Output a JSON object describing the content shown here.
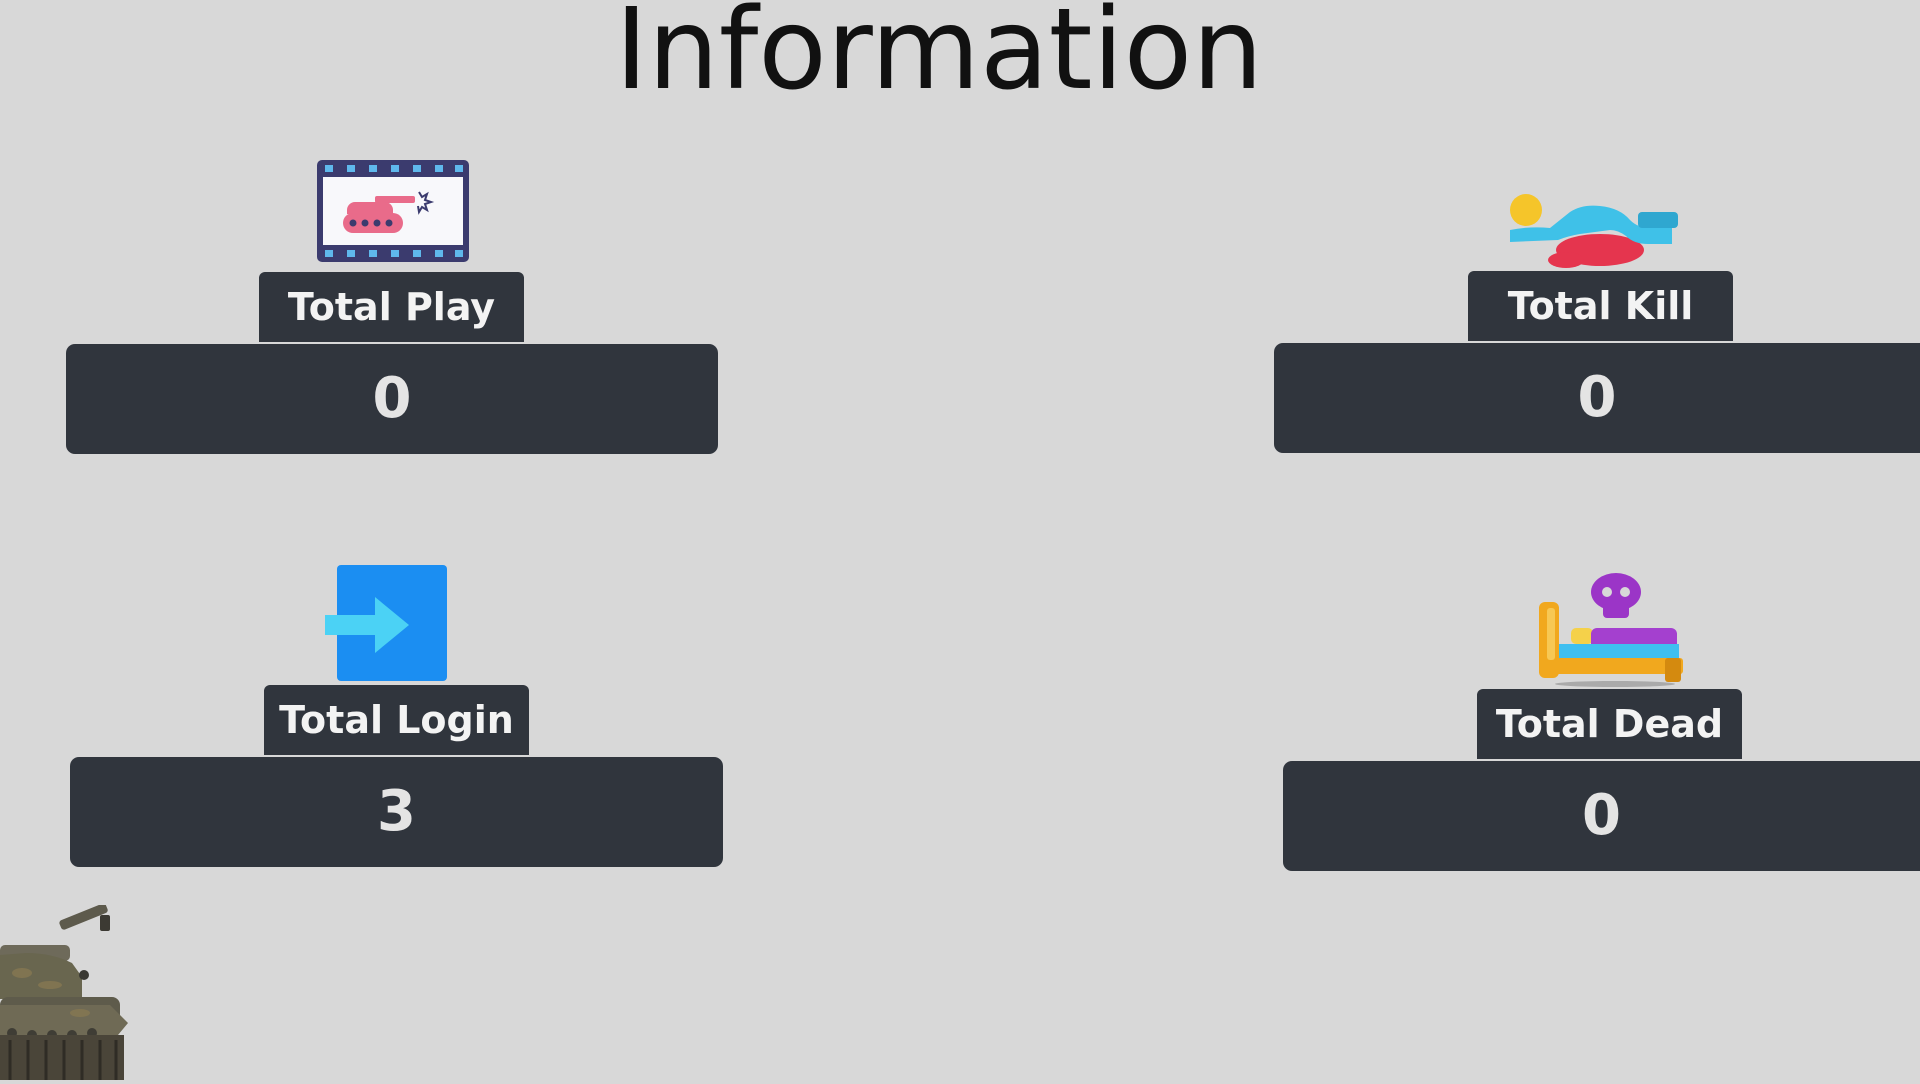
{
  "page": {
    "title": "Information"
  },
  "stats": {
    "play": {
      "label": "Total Play",
      "value": "0",
      "icon": "film-tank-icon"
    },
    "kill": {
      "label": "Total Kill",
      "value": "0",
      "icon": "fallen-body-icon"
    },
    "login": {
      "label": "Total Login",
      "value": "3",
      "icon": "login-arrow-icon"
    },
    "dead": {
      "label": "Total Dead",
      "value": "0",
      "icon": "skull-bed-icon"
    }
  },
  "decor": {
    "corner_image": "tank-image"
  },
  "colors": {
    "background": "#d8d8d8",
    "panel": "#30353d",
    "label_text": "#f3f3f3",
    "value_text": "#e4e4e4"
  }
}
